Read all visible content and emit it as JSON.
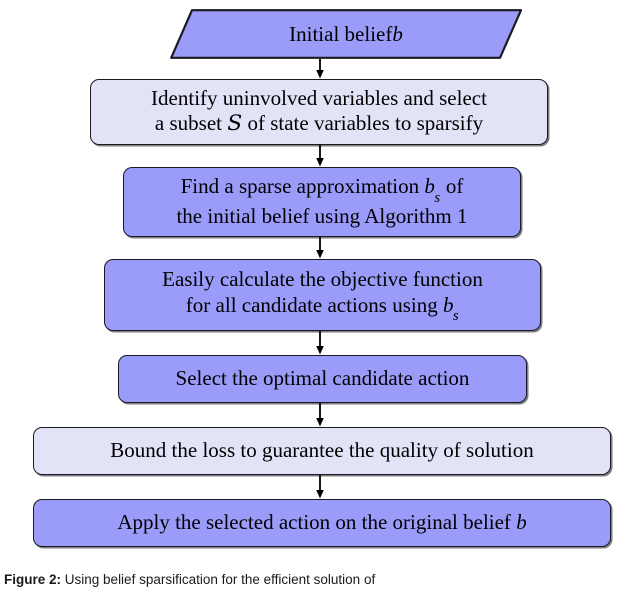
{
  "figure": {
    "title": "Belief sparsification flowchart",
    "colors": {
      "node_fill_primary": "#9b9bfa",
      "node_fill_secondary": "#e3e3f8",
      "node_border": "#1a1a22",
      "arrow": "#000000",
      "background": "#ffffff"
    }
  },
  "nodes": [
    {
      "id": "initial-belief",
      "shape": "parallelogram",
      "fill": "#9b9bfa",
      "text_plain": "Initial belief b",
      "text_pre": "Initial belief ",
      "math": "b",
      "text_post": ""
    },
    {
      "id": "identify-variables",
      "shape": "rounded-rect",
      "fill": "#e3e3f8",
      "text_plain": "Identify uninvolved variables and select a subset S of state variables to sparsify",
      "line1": "Identify uninvolved variables and select",
      "line2_pre": "a subset ",
      "line2_math": "S",
      "line2_post": " of state variables to sparsify"
    },
    {
      "id": "sparse-approximation",
      "shape": "rounded-rect",
      "fill": "#9b9bfa",
      "text_plain": "Find a sparse approximation b_s of the initial belief using Algorithm 1",
      "line1_pre": "Find a sparse approximation ",
      "line1_math": "b",
      "line1_sub": "s",
      "line1_post": " of",
      "line2": "the initial belief using Algorithm 1"
    },
    {
      "id": "calculate-objective",
      "shape": "rounded-rect",
      "fill": "#9b9bfa",
      "text_plain": "Easily calculate the objective function for all candidate actions using b_s",
      "line1": "Easily calculate the objective function",
      "line2_pre": "for all candidate actions using ",
      "line2_math": "b",
      "line2_sub": "s",
      "line2_post": ""
    },
    {
      "id": "select-action",
      "shape": "rounded-rect",
      "fill": "#9b9bfa",
      "text_plain": "Select the optimal candidate action",
      "line1": "Select the optimal candidate action"
    },
    {
      "id": "bound-loss",
      "shape": "rounded-rect",
      "fill": "#e3e3f8",
      "text_plain": "Bound the loss to guarantee the quality of solution",
      "line1": "Bound the loss to guarantee the quality of solution"
    },
    {
      "id": "apply-action",
      "shape": "rounded-rect",
      "fill": "#9b9bfa",
      "text_plain": "Apply the selected action on the original belief b",
      "line1_pre": "Apply the selected action on the original belief ",
      "line1_math": "b",
      "line1_post": ""
    }
  ],
  "connectors": [
    {
      "id": "arrow-1",
      "from": "initial-belief",
      "to": "identify-variables"
    },
    {
      "id": "arrow-2",
      "from": "identify-variables",
      "to": "sparse-approximation"
    },
    {
      "id": "arrow-3",
      "from": "sparse-approximation",
      "to": "calculate-objective"
    },
    {
      "id": "arrow-4",
      "from": "calculate-objective",
      "to": "select-action"
    },
    {
      "id": "arrow-5",
      "from": "select-action",
      "to": "bound-loss"
    },
    {
      "id": "arrow-6",
      "from": "bound-loss",
      "to": "apply-action"
    }
  ],
  "caption": {
    "label": "Figure 2:",
    "text": "Using belief sparsification for the efficient solution of"
  }
}
